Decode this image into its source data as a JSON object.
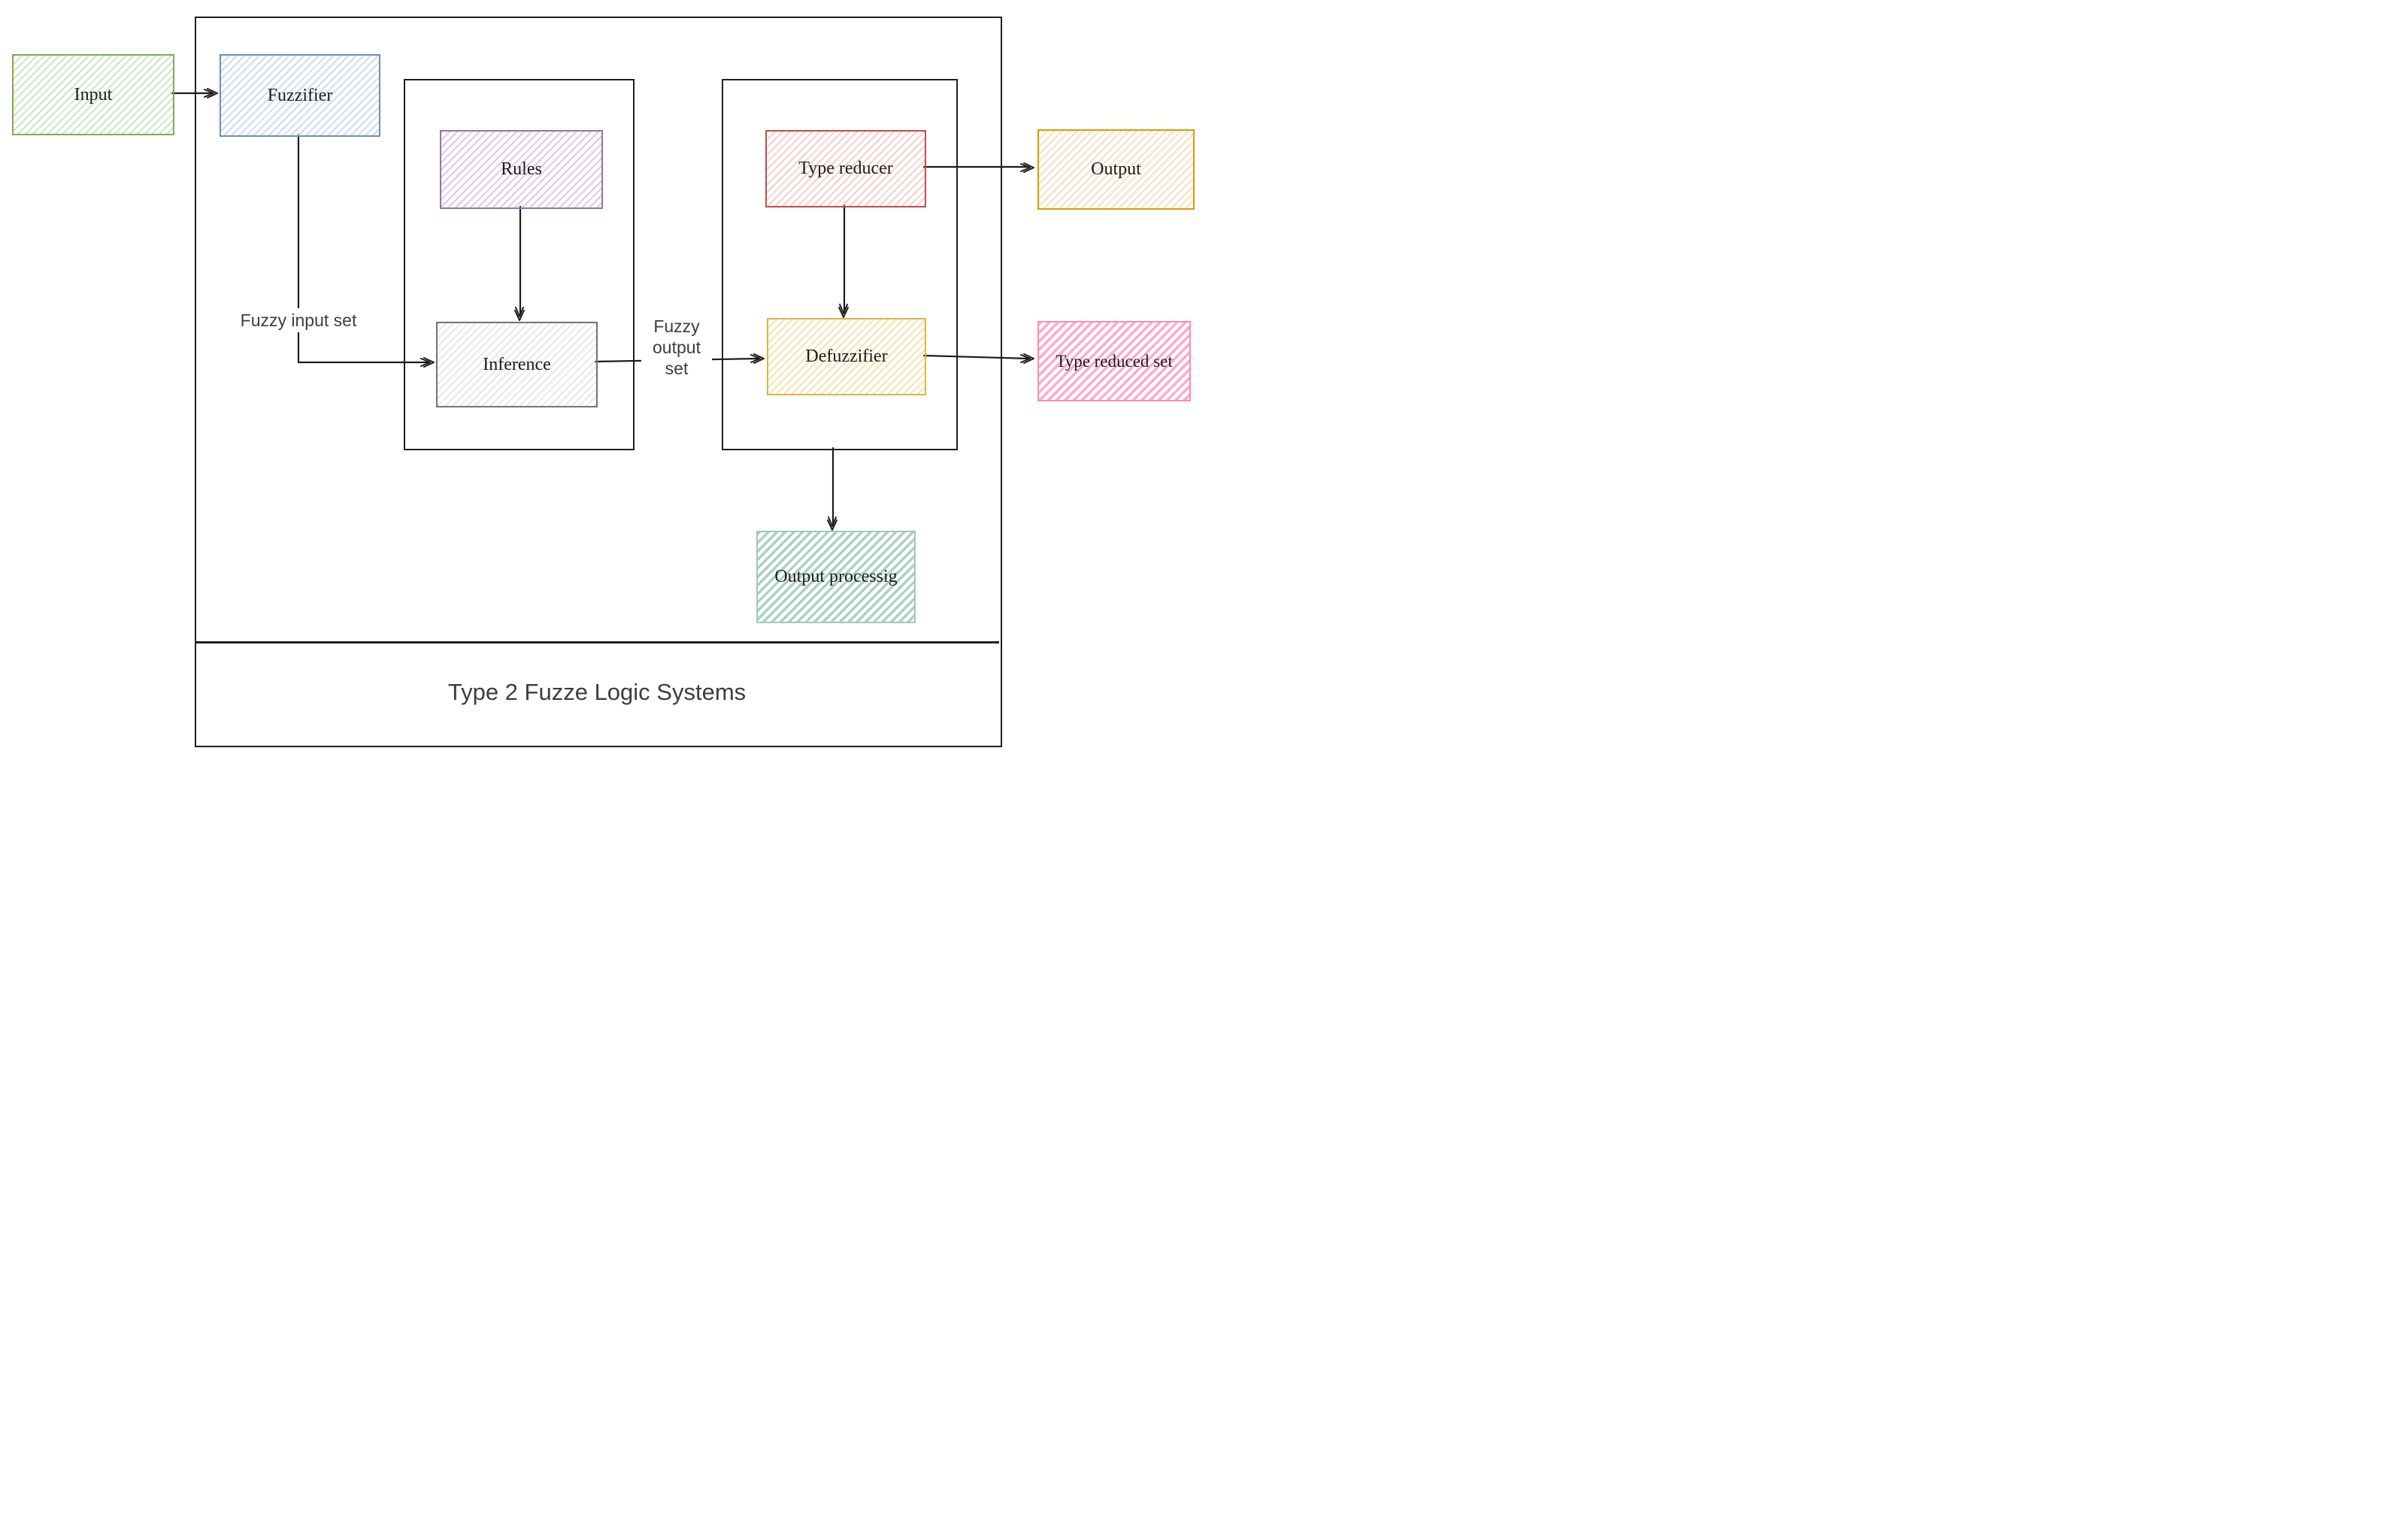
{
  "diagram": {
    "title": "Type 2 Fuzze Logic Systems",
    "nodes": {
      "input": {
        "label": "Input",
        "border_color": "#7ea85f",
        "hatch_color": "#cfe4c2"
      },
      "fuzzifier": {
        "label": "Fuzzifier",
        "border_color": "#6c8ebf",
        "hatch_color": "#ccdcf3"
      },
      "rules": {
        "label": "Rules",
        "border_color": "#9673a6",
        "hatch_color": "#dcc8e8"
      },
      "inference": {
        "label": "Inference",
        "border_color": "#737373",
        "hatch_color": "#e9e9e9"
      },
      "type_reducer": {
        "label": "Type reducer",
        "border_color": "#bf4f4c",
        "hatch_color": "#f6cfca"
      },
      "defuzzifier": {
        "label": "Defuzzifier",
        "border_color": "#d9b545",
        "hatch_color": "#f6e3ac"
      },
      "output": {
        "label": "Output",
        "border_color": "#d79b00",
        "hatch_color": "#fbdfc0"
      },
      "type_reduced_set": {
        "label": "Type reduced set",
        "border_color": "#ff8ab8",
        "hatch_color": "#ffa9cf"
      },
      "output_processing": {
        "label": "Output processig",
        "border_color": "#9dc9bd",
        "hatch_color": "#abd0c6"
      }
    },
    "edge_labels": {
      "fuzzy_input_set": "Fuzzy input set",
      "fuzzy_output_set": "Fuzzy output set"
    },
    "edges": [
      {
        "from": "input",
        "to": "fuzzifier",
        "label": ""
      },
      {
        "from": "fuzzifier",
        "to": "inference",
        "label": "Fuzzy input set"
      },
      {
        "from": "rules",
        "to": "inference",
        "label": ""
      },
      {
        "from": "inference",
        "to": "defuzzifier",
        "label": "Fuzzy output set"
      },
      {
        "from": "type_reducer",
        "to": "defuzzifier",
        "label": ""
      },
      {
        "from": "type_reducer",
        "to": "output",
        "label": ""
      },
      {
        "from": "defuzzifier",
        "to": "type_reduced_set",
        "label": ""
      },
      {
        "from": "output_processing_container",
        "to": "output_processing",
        "label": ""
      }
    ],
    "line_color": "#1c1c1c"
  }
}
